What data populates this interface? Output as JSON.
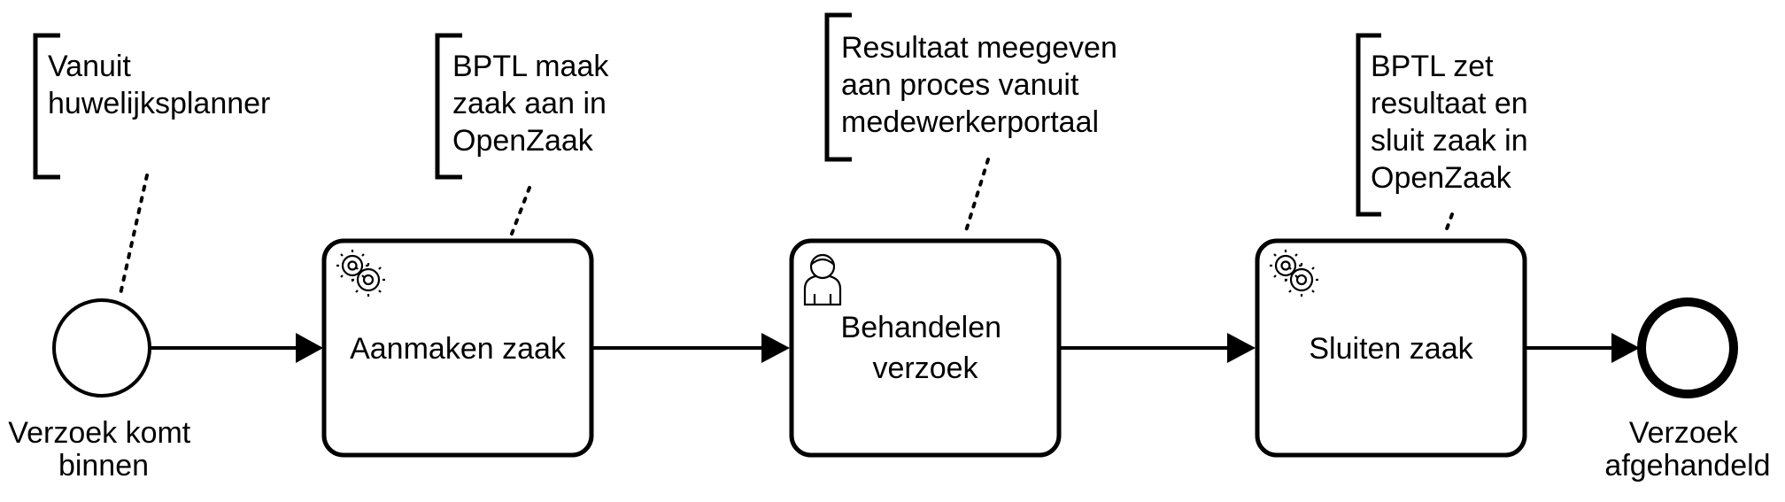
{
  "start_event": {
    "label_lines": [
      "Verzoek komt",
      "binnen"
    ]
  },
  "end_event": {
    "label_lines": [
      "Verzoek",
      "afgehandeld"
    ]
  },
  "tasks": [
    {
      "type": "service-task",
      "icon": "gear-icon",
      "label_lines": [
        "Aanmaken zaak"
      ]
    },
    {
      "type": "user-task",
      "icon": "user-icon",
      "label_lines": [
        "Behandelen",
        "verzoek"
      ]
    },
    {
      "type": "service-task",
      "icon": "gear-icon",
      "label_lines": [
        "Sluiten zaak"
      ]
    }
  ],
  "annotations": [
    {
      "text_lines": [
        "Vanuit",
        "huwelijksplanner"
      ]
    },
    {
      "text_lines": [
        "BPTL maak",
        "zaak aan in",
        "OpenZaak"
      ]
    },
    {
      "text_lines": [
        "Resultaat meegeven",
        "aan proces vanuit",
        "medewerkerportaal"
      ]
    },
    {
      "text_lines": [
        "BPTL zet",
        "resultaat en",
        "sluit zaak in",
        "OpenZaak"
      ]
    }
  ]
}
